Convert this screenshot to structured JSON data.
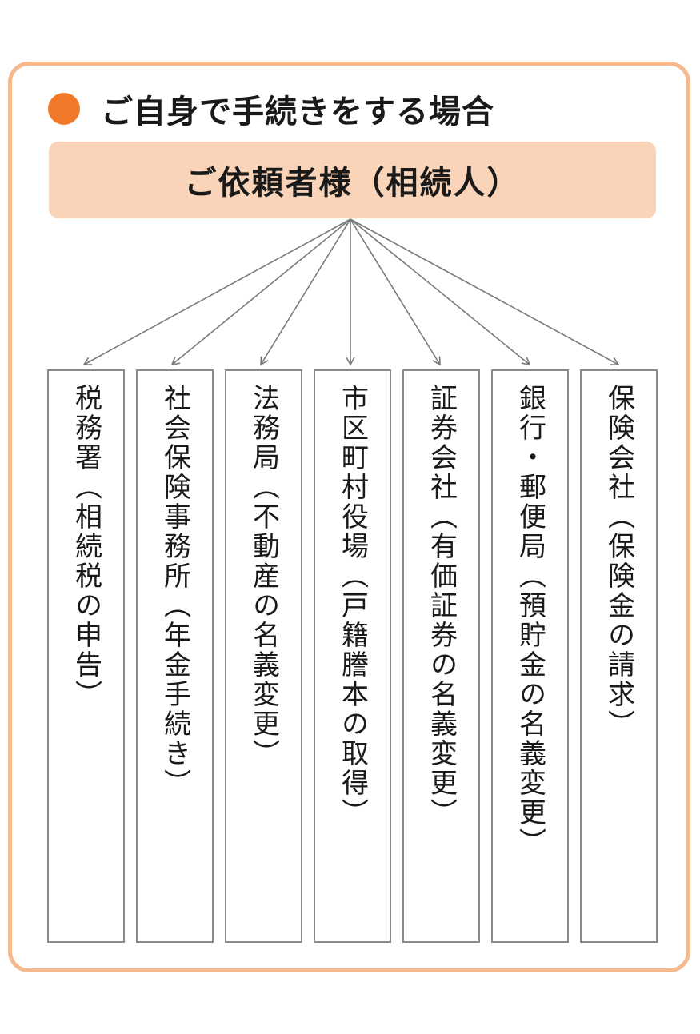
{
  "heading": "ご自身で手続きをする場合",
  "requester": "ご依頼者様（相続人）",
  "destinations": [
    "税務署（相続税の申告）",
    "社会保険事務所（年金手続き）",
    "法務局（不動産の名義変更）",
    "市区町村役場（戸籍謄本の取得）",
    "証券会社（有価証券の名義変更）",
    "銀行・郵便局（預貯金の名義変更）",
    "保険会社（保険金の請求）"
  ],
  "colors": {
    "frame_border": "#f6b88d",
    "bullet": "#f07a2a",
    "requester_fill": "#f9d4b8",
    "arrow": "#7a7a7a",
    "box_border": "#8a8a8a"
  }
}
